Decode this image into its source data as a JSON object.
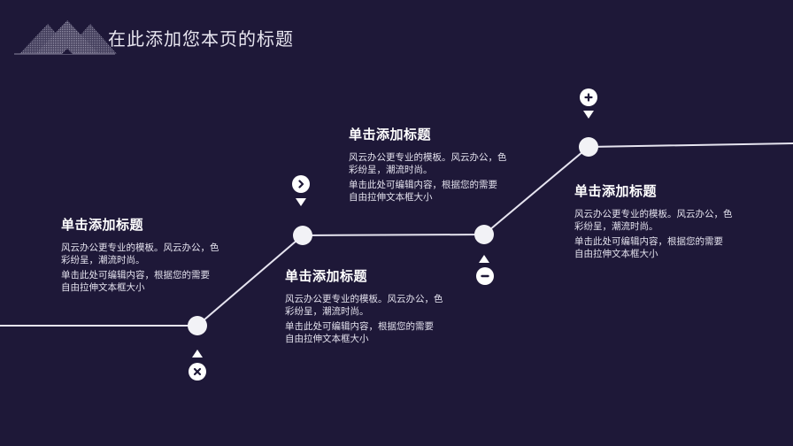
{
  "header": {
    "title": "在此添加您本页的标题"
  },
  "colors": {
    "background": "#1e1838",
    "line": "#e6e4f0",
    "node": "#f2f2f6"
  },
  "steps": [
    {
      "title": "单击添加标题",
      "line1": "风云办公更专业的模板。风云办公，色彩纷呈，潮流时尚。",
      "line2": "单击此处可编辑内容，根据您的需要自由拉伸文本框大小",
      "icon": "close-icon"
    },
    {
      "title": "单击添加标题",
      "line1": "风云办公更专业的模板。风云办公，色彩纷呈，潮流时尚。",
      "line2": "单击此处可编辑内容，根据您的需要自由拉伸文本框大小",
      "icon": "chevron-right-icon"
    },
    {
      "title": "单击添加标题",
      "line1": "风云办公更专业的模板。风云办公，色彩纷呈，潮流时尚。",
      "line2": "单击此处可编辑内容，根据您的需要自由拉伸文本框大小",
      "icon": "minus-icon"
    },
    {
      "title": "单击添加标题",
      "line1": "风云办公更专业的模板。风云办公，色彩纷呈，潮流时尚。",
      "line2": "单击此处可编辑内容，根据您的需要自由拉伸文本框大小",
      "icon": "plus-icon"
    }
  ]
}
